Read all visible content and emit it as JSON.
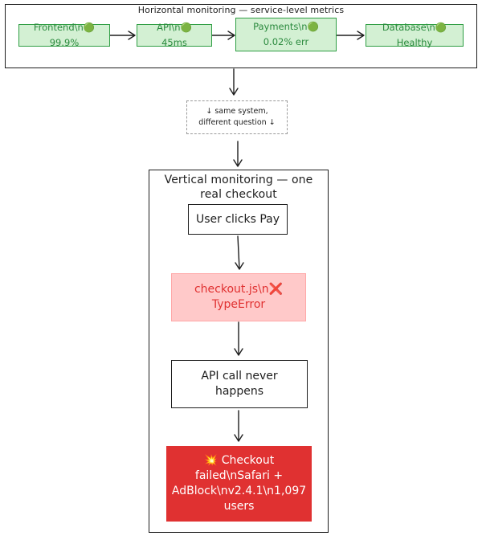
{
  "horizontal": {
    "title": "Horizontal monitoring — service-level metrics",
    "nodes": [
      "Frontend\\n🟢 99.9%",
      "API\\n🟢 45ms",
      "Payments\\n🟢 0.02% err",
      "Database\\n🟢 Healthy"
    ]
  },
  "note": {
    "text": "↓ same system, different question ↓"
  },
  "vertical": {
    "title": "Vertical monitoring — one real checkout",
    "steps": [
      "User clicks Pay",
      "checkout.js\\n❌ TypeError",
      "API call never happens",
      "💥 Checkout failed\\nSafari + AdBlock\\nv2.4.1\\n1,097 users"
    ]
  },
  "colors": {
    "stroke": "#1e1e1e",
    "green_fill": "#d3f0d3",
    "green_stroke": "#2f9e44",
    "green_text": "#2b8a3e",
    "pink_fill": "#ffc9c9",
    "error_red": "#e03131",
    "note_border": "#9a9a9a"
  }
}
